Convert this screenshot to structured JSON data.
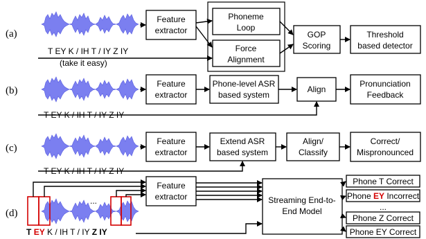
{
  "rows": {
    "a": "(a)",
    "b": "(b)",
    "c": "(c)",
    "d": "(d)"
  },
  "phones_text": "T EY K / IH T / IY Z IY",
  "take_it_easy": "(take it easy)",
  "ellipsis": "...",
  "a": {
    "feature": [
      "Feature",
      "extractor"
    ],
    "phoneme_loop": [
      "Phoneme",
      "Loop"
    ],
    "force_alignment": [
      "Force",
      "Alignment"
    ],
    "gop": [
      "GOP",
      "Scoring"
    ],
    "threshold": [
      "Threshold",
      "based detector"
    ]
  },
  "b": {
    "feature": [
      "Feature",
      "extractor"
    ],
    "asr": [
      "Phone-level ASR",
      "based system"
    ],
    "align": "Align",
    "feedback": [
      "Pronunciation",
      "Feedback"
    ]
  },
  "c": {
    "feature": [
      "Feature",
      "extractor"
    ],
    "asr": [
      "Extend ASR",
      "based system"
    ],
    "align": [
      "Align/",
      "Classify"
    ],
    "correct": [
      "Correct/",
      "Mispronounced"
    ]
  },
  "d": {
    "feature": [
      "Feature",
      "extractor"
    ],
    "e2e": [
      "Streaming End-to-",
      "End Model"
    ],
    "out1": "Phone T Correct",
    "out2_prefix": "Phone ",
    "out2_phone": "EY",
    "out2_suffix": " Incorrect",
    "out3": "Phone Z Correct",
    "out4": "Phone EY Correct",
    "phone_T": "T",
    "phone_EY": "EY",
    "phone_mid": " K / IH T / IY ",
    "phone_Z": "Z",
    "phone_IY": " IY"
  },
  "colors": {
    "wave": "#7b7ff0",
    "highlight": "#d40000"
  }
}
